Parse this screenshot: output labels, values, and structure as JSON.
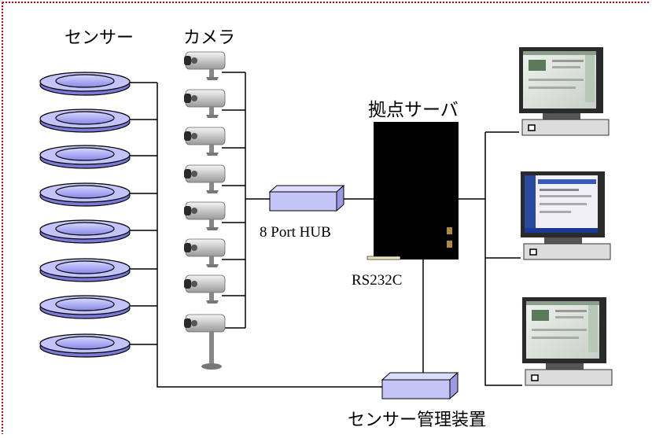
{
  "labels": {
    "sensors": "センサー",
    "cameras": "カメラ",
    "server": "拠点サーバ",
    "hub": "8 Port HUB",
    "serial": "RS232C",
    "sensor_controller": "センサー管理装置"
  },
  "counts": {
    "sensors": 8,
    "cameras": 8,
    "clients": 3
  },
  "colors": {
    "border": "#cc0000",
    "line": "#000000",
    "sensor_fill": "#b8b8f8",
    "sensor_shade": "#8a8ae8",
    "hub_fill": "#c8c8f8",
    "server": "#000000",
    "monitor_frame": "#2a2a2a",
    "pc_case": "#dcdcdc"
  },
  "icons": {
    "sensor": "ellipse-disc-sensor-icon",
    "camera": "cctv-camera-icon",
    "hub": "network-hub-box-icon",
    "server": "tower-server-icon",
    "client": "desktop-pc-icon",
    "controller": "controller-box-icon"
  }
}
